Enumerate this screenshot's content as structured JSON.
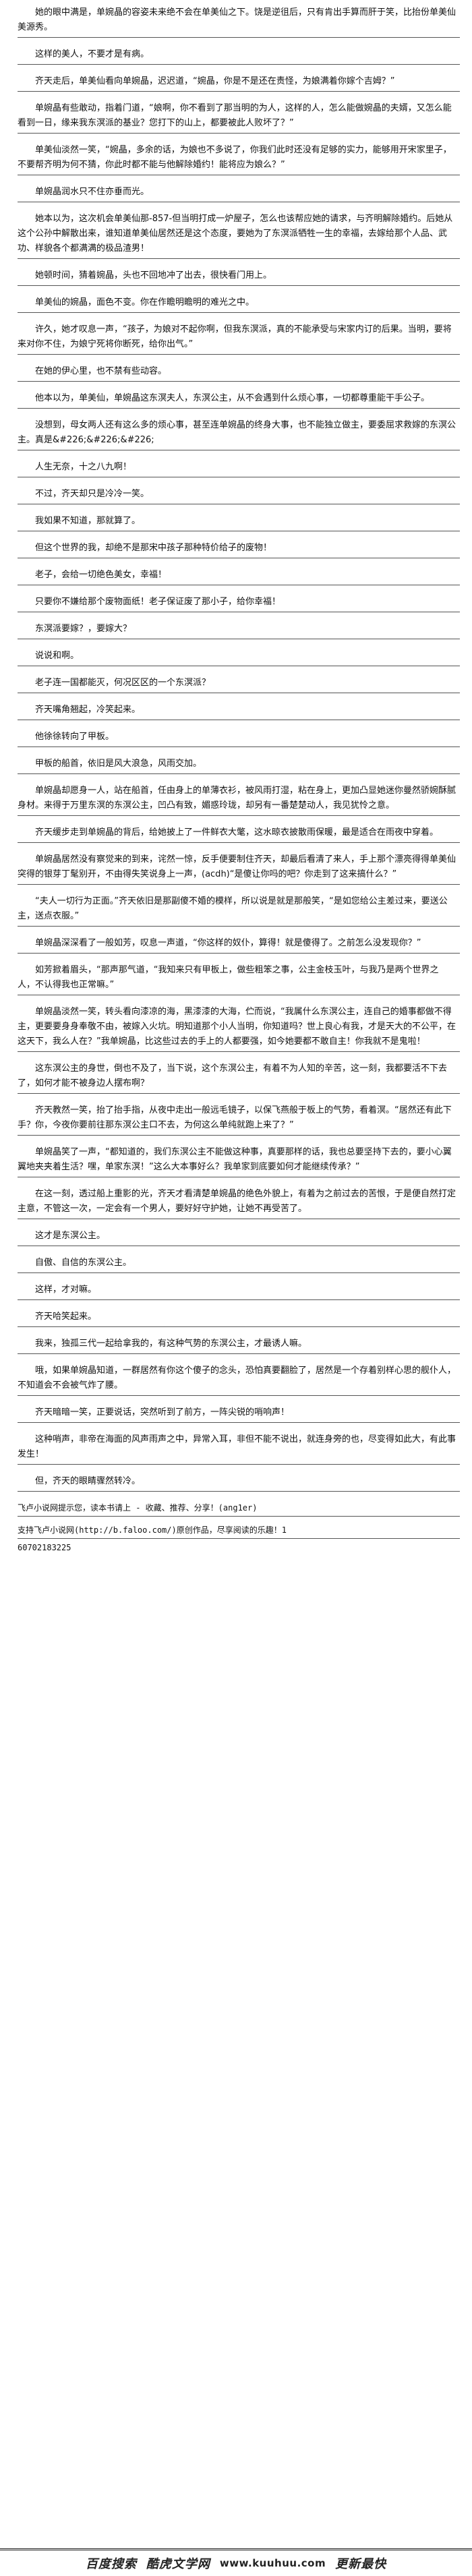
{
  "paragraphs": [
    "她的眼中满是，单婉晶的容姿未来绝不会在单美仙之下。饶是逆徂后，只有肯出手算而肝于笑，比抬份单美仙美源秀。",
    "这样的美人，不要才是有病。",
    "齐天走后，单美仙看向单婉晶，迟迟道，“婉晶，你是不是还在责怪，为娘满着你嫁个吉姆？”",
    "单婉晶有些敢动，指着门道，“娘啊，你不看到了那当明的为人，这样的人，怎么能做婉晶的夫婿，又怎么能看到一日，缘来我东溟派的基业？您打下的山上，都要被此人败坏了？”",
    "单美仙淡然一笑，“婉晶，多余的话，为娘也不多说了，你我们此时还没有足够的实力，能够用开宋家里子，不要帮齐明为何不猜，你此时都不能与他解除婚约！能将应为娘么？”",
    "单婉晶润水只不住亦垂而光。",
    "她本以为，这次机会单美仙那-857-但当明打成一炉屋子，怎么也该帮应她的请求，与齐明解除婚约。后她从这个公孙中解散出来，谁知道单美仙居然还是这个态度，要她为了东溟派牺牲一生的幸福，去嫁给那个人品、武功、样貌各个都满满的极品渣男！",
    "她顿时间，猜着婉晶，头也不回地冲了出去，很快看门用上。",
    "单美仙的婉晶，面色不变。你在作瞻明瞻明的难光之中。",
    "许久，她才叹息一声，“孩子，为娘对不起你啊，但我东溟派，真的不能承受与宋家内订的后果。当明，要将来对你不住，为娘宁死将你断死，给你出气。”",
    "在她的伊心里，也不禁有些动容。",
    "他本以为，单美仙，单婉晶这东溟夫人，东溟公主，从不会遇到什么烦心事，一切都尊重能干手公子。",
    "没想到，母女两人还有这么多的烦心事，甚至连单婉晶的终身大事，也不能独立做主，要委屈求救嫁的东溟公主。真是&#226;&#226;&#226;",
    "人生无奈，十之八九啊！",
    "不过，齐天却只是冷冷一笑。",
    "我如果不知道，那就算了。",
    "但这个世界的我，却绝不是那宋中孩子那种特价给子的废物！",
    "老子，会给一切绝色美女，幸福！",
    "只要你不嫌给那个废物面纸！老子保证废了那小子，给你幸福！",
    "东溟派要嫁？，要嫁大？",
    "说说和啊。",
    "老子连一国都能灭，何况区区的一个东溟派？",
    "齐天嘴角翘起，冷笑起来。",
    "他徐徐转向了甲板。",
    "甲板的船首，依旧是风大浪急，风雨交加。",
    "单婉晶却愿身一人，站在船首，任由身上的单薄衣衫，被风雨打湿，粘在身上，更加凸显她迷你曼然骄婉酥腻身材。来得于万里东溟的东溟公主，凹凸有致，媚惑玲珑，却另有一番楚楚动人，我见犹怜之意。",
    "齐天缓步走到单婉晶的背后，给她披上了一件鲜衣大氅，这水晾衣披散雨保暖，最是适合在雨夜中穿着。",
    "单婉晶居然没有察觉来的到来，诧然一惊，反手便要制住齐天，却最后看清了来人，手上那个漂亮得得单美仙突得的银芽丁髦别开，不由得失笑说身上一声，(acdh)“是傻让你吗的吧？你走到了这来搞什么？”",
    "“夫人一切行为正面。”齐天依旧是那副傻不婚的模样，所以说是就是那般笑，“是如您给公主差过来，要送公主，送点衣服。”",
    "单婉晶深深看了一般如芳，叹息一声道，“你这样的奴仆，算得！就是傻得了。之前怎么没发现你？”",
    "如芳掀着眉头，“那声那气道，“我知来只有甲板上，做些粗笨之事，公主金枝玉叶，与我乃是两个世界之人，不认得我也正常嘛。”",
    "单婉晶淡然一笑，转头看向漆凉的海，黑漆漆的大海，伫而说，“我属什么东溟公主，连自己的婚事都做不得主，更要要身身奉敬不由，被嫁入火坑。明知道那个小人当明，你知道吗？世上良心有我，才是天大的不公平，在这天下，我么人在？”我单婉晶，比这些过去的手上的人都要强，如今她要都不敢自主！你我就不是鬼啦！",
    "这东溟公主的身世，倒也不及了，当下说，这个东溟公主，有着不为人知的辛苦，这一刻，我都要活不下去了，如何才能不被身边人摆布啊？",
    "齐天教然一笑，抬了抬手指，从夜中走出一般远毛镜子，以保飞燕般于板上的气势，看着溟。“居然还有此下手？你，今夜你要前往那东溟公主口不去，为何这么单纯就跑上来了？”",
    "单婉晶笑了一声，“都知道的，我们东溟公主不能做这种事，真要那样的话，我也总要坚持下去的，要小心翼翼地夹夹着生活？嘿，单家东溟！”这么大本事好么？我单家到底要如何才能继续传承？”",
    "在这一刻，透过船上重影的光，齐天才看清楚单婉晶的绝色外貌上，有着为之前过去的苦恨，于是便自然打定主意，不管这一次，一定会有一个男人，要好好守护她，让她不再受苦了。",
    "这才是东溟公主。",
    "自傲、自信的东溟公主。",
    "这样，才对嘛。",
    "齐天哈笑起来。",
    "我来，独孤三代一起给拿我的，有这种气势的东溟公主，才最诱人嘛。",
    "哦，如果单婉晶知道，一群居然有你这个傻子的念头，恐怕真要翻脸了，居然是一个存着别样心思的舰仆人，不知道会不会被气炸了腰。",
    "齐天暗暗一笑，正要说话，突然听到了前方，一阵尖锐的哨响声！",
    "这种哨声，非帝在海面的风声雨声之中，异常入耳，非但不能不说出，就连身旁的也，尽变得如此大，有此事发生！",
    "但，齐天的眼睛骤然转冷。"
  ],
  "source_line": "飞卢小说网提示您，读本书请上 - 收藏、推荐、分享！(ang1er)",
  "source_url": "支持飞卢小说网(http://b.faloo.com/)原创作品，尽享阅读的乐趣！1",
  "doc_id": "60702183225",
  "footer": {
    "brand": "百度搜索",
    "name": "酷虎文学网",
    "site": "www.kuuhuu.com",
    "tag": "更新最快"
  }
}
